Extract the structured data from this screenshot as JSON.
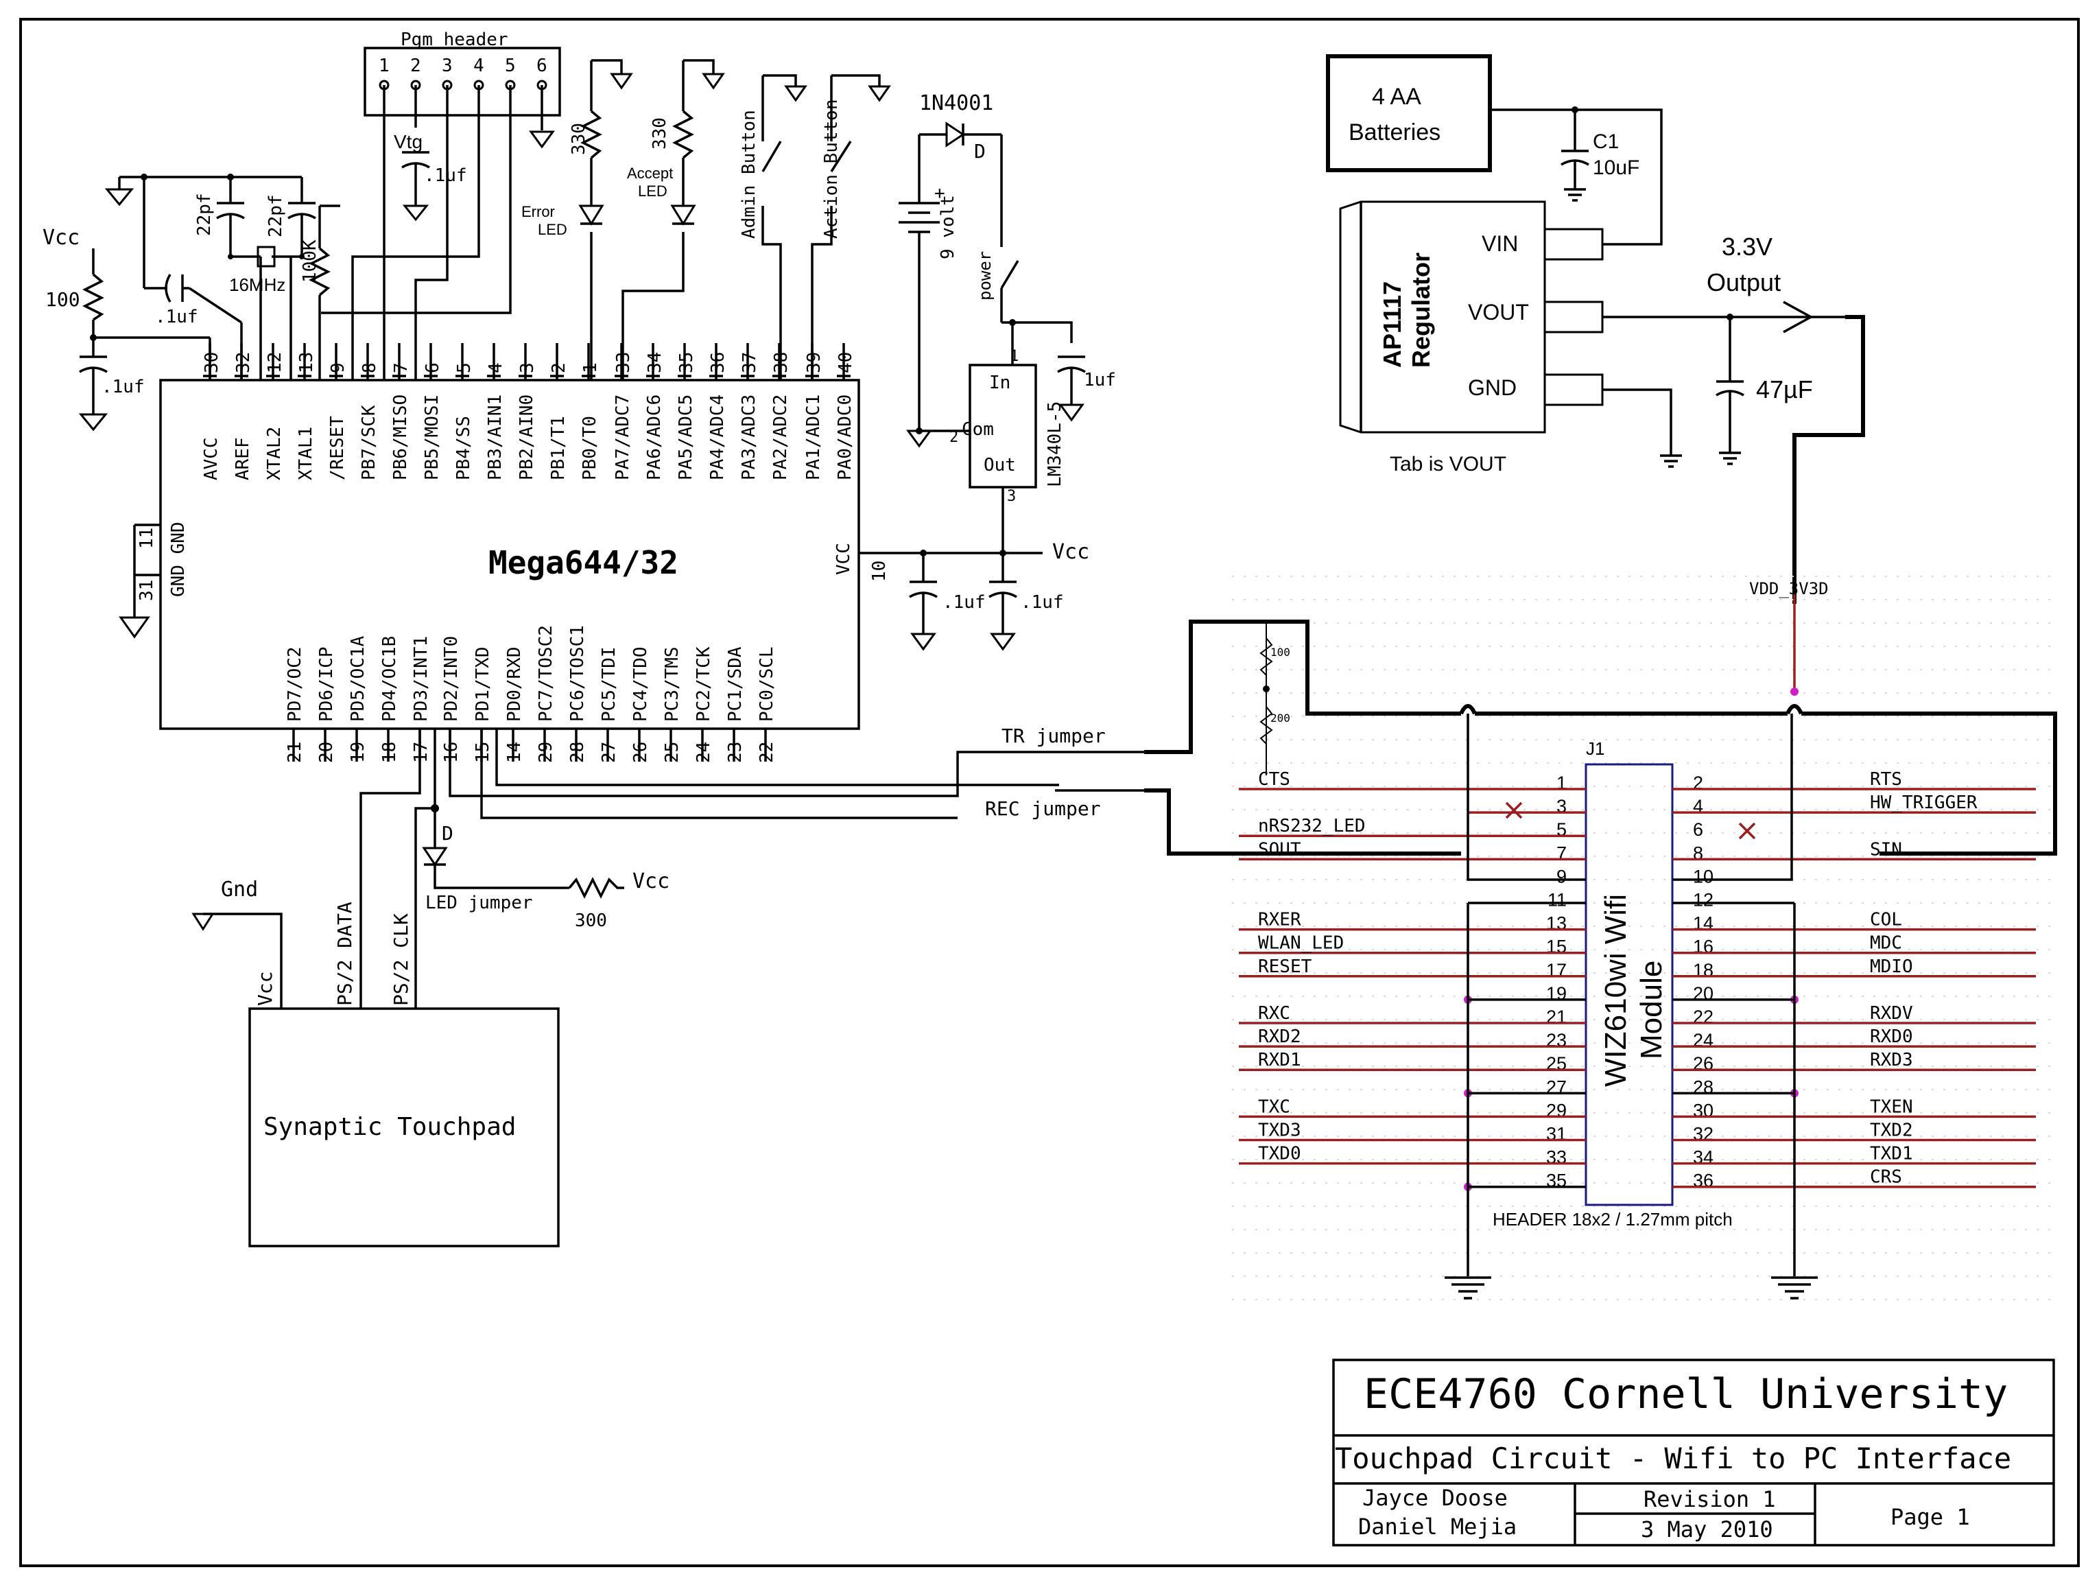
{
  "mcu": {
    "name": "Mega644/32",
    "top_pins": [
      {
        "num": "30",
        "label": "AVCC"
      },
      {
        "num": "32",
        "label": "AREF"
      },
      {
        "num": "12",
        "label": "XTAL2"
      },
      {
        "num": "13",
        "label": "XTAL1"
      },
      {
        "num": "9",
        "label": "/RESET"
      },
      {
        "num": "8",
        "label": "PB7/SCK"
      },
      {
        "num": "7",
        "label": "PB6/MISO"
      },
      {
        "num": "6",
        "label": "PB5/MOSI"
      },
      {
        "num": "5",
        "label": "PB4/SS"
      },
      {
        "num": "4",
        "label": "PB3/AIN1"
      },
      {
        "num": "3",
        "label": "PB2/AIN0"
      },
      {
        "num": "2",
        "label": "PB1/T1"
      },
      {
        "num": "1",
        "label": "PB0/T0"
      },
      {
        "num": "33",
        "label": "PA7/ADC7"
      },
      {
        "num": "34",
        "label": "PA6/ADC6"
      },
      {
        "num": "35",
        "label": "PA5/ADC5"
      },
      {
        "num": "36",
        "label": "PA4/ADC4"
      },
      {
        "num": "37",
        "label": "PA3/ADC3"
      },
      {
        "num": "38",
        "label": "PA2/ADC2"
      },
      {
        "num": "39",
        "label": "PA1/ADC1"
      },
      {
        "num": "40",
        "label": "PA0/ADC0"
      }
    ],
    "bottom_pins": [
      {
        "num": "21",
        "label": "PD7/OC2"
      },
      {
        "num": "20",
        "label": "PD6/ICP"
      },
      {
        "num": "19",
        "label": "PD5/OC1A"
      },
      {
        "num": "18",
        "label": "PD4/OC1B"
      },
      {
        "num": "17",
        "label": "PD3/INT1"
      },
      {
        "num": "16",
        "label": "PD2/INT0"
      },
      {
        "num": "15",
        "label": "PD1/TXD"
      },
      {
        "num": "14",
        "label": "PD0/RXD"
      },
      {
        "num": "29",
        "label": "PC7/TOSC2"
      },
      {
        "num": "28",
        "label": "PC6/TOSC1"
      },
      {
        "num": "27",
        "label": "PC5/TDI"
      },
      {
        "num": "26",
        "label": "PC4/TDO"
      },
      {
        "num": "25",
        "label": "PC3/TMS"
      },
      {
        "num": "24",
        "label": "PC2/TCK"
      },
      {
        "num": "23",
        "label": "PC1/SDA"
      },
      {
        "num": "22",
        "label": "PC0/SCL"
      }
    ],
    "gnd_label": "GND GND",
    "gnd_pins": [
      "11",
      "31"
    ],
    "vcc_label": "VCC",
    "vcc_pin": "10"
  },
  "pgm_header": {
    "title": "Pgm header",
    "pins": [
      "1",
      "2",
      "3",
      "4",
      "5",
      "6"
    ]
  },
  "labels": {
    "vcc_left": "Vcc",
    "r100": "100",
    "c_avcc": ".1uf",
    "c_aref": ".1uf",
    "c_22pf_a": "22pf",
    "c_22pf_b": "22pf",
    "crystal": "16MHz",
    "r100k": "100K",
    "vtg": "Vtg",
    "c_vtg": ".1uf",
    "r330_a": "330",
    "r330_b": "330",
    "error_led": "Error\nLED",
    "accept_led": "Accept\nLED",
    "admin_btn": "Admin Button",
    "action_btn": "Action Button",
    "diode": "1N4001",
    "diode_d": "D",
    "battery": "9 volt",
    "power": "power",
    "reg_name": "LM340L-5",
    "reg_in": "In",
    "reg_com": "Com",
    "reg_out": "Out",
    "reg_pin1": "1",
    "reg_pin2": "2",
    "reg_pin3": "3",
    "c_reg": "1uf",
    "vcc_right": "Vcc",
    "c_vcc1": ".1uf",
    "c_vcc2": ".1uf",
    "tr_jumper": "TR jumper",
    "rec_jumper": "REC jumper",
    "gnd": "Gnd",
    "tp_vcc": "Vcc",
    "ps2_data": "PS/2 DATA",
    "ps2_clk": "PS/2 CLK",
    "led_d": "D",
    "led_jumper": "LED jumper",
    "r300": "300",
    "vcc_led": "Vcc",
    "touchpad": "Synaptic Touchpad"
  },
  "power_supply": {
    "battery_box": "4 AA\nBatteries",
    "c1": "C1",
    "c1_val": "10uF",
    "reg_title": "AP1117\nRegulator",
    "vin": "VIN",
    "vout": "VOUT",
    "gnd": "GND",
    "tab": "Tab is VOUT",
    "output": "3.3V\nOutput",
    "c2_val": "47µF"
  },
  "wifi": {
    "vdd": "VDD_3V3D",
    "r_top": "100",
    "r_bot": "200",
    "ref": "J1",
    "module": "WIZ610wi Wifi\nModule",
    "footer": "HEADER 18x2 / 1.27mm pitch",
    "pins_left": [
      "1",
      "3",
      "5",
      "7",
      "9",
      "11",
      "13",
      "15",
      "17",
      "19",
      "21",
      "23",
      "25",
      "27",
      "29",
      "31",
      "33",
      "35"
    ],
    "pins_right": [
      "2",
      "4",
      "6",
      "8",
      "10",
      "12",
      "14",
      "16",
      "18",
      "20",
      "22",
      "24",
      "26",
      "28",
      "30",
      "32",
      "34",
      "36"
    ],
    "signals_left": [
      "CTS",
      "",
      "nRS232_LED",
      "SOUT",
      "",
      "",
      "RXER",
      "WLAN_LED",
      "RESET",
      "",
      "RXC",
      "RXD2",
      "RXD1",
      "",
      "TXC",
      "TXD3",
      "TXD0",
      ""
    ],
    "signals_right": [
      "RTS",
      "HW_TRIGGER",
      "",
      "SIN",
      "",
      "",
      "COL",
      "MDC",
      "MDIO",
      "",
      "RXDV",
      "RXD0",
      "RXD3",
      "",
      "TXEN",
      "TXD2",
      "TXD1",
      "CRS"
    ]
  },
  "title_block": {
    "org": "ECE4760 Cornell University",
    "title": "Touchpad Circuit - Wifi to PC Interface",
    "author1": "Jayce Doose",
    "author2": "Daniel Mejia",
    "revision": "Revision 1",
    "date": "3 May 2010",
    "page": "Page 1"
  },
  "colors": {
    "signal_red": "#b01818",
    "wire": "#000000",
    "junction": "#d01fc8"
  }
}
